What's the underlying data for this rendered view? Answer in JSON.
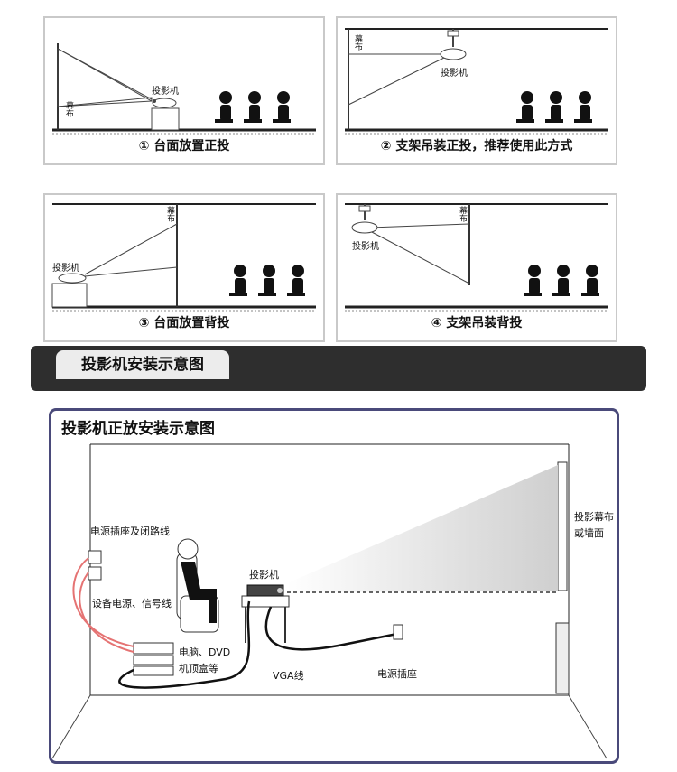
{
  "panels": [
    {
      "caption": "① 台面放置正投",
      "screen_label": "幕布",
      "projector_label": "投影机"
    },
    {
      "caption": "② 支架吊装正投，推荐使用此方式",
      "screen_label": "幕布",
      "projector_label": "投影机"
    },
    {
      "caption": "③ 台面放置背投",
      "screen_label": "幕布",
      "projector_label": "投影机"
    },
    {
      "caption": "④ 支架吊装背投",
      "screen_label": "幕布",
      "projector_label": "投影机"
    }
  ],
  "section_title": "投影机安装示意图",
  "main": {
    "title": "投影机正放安装示意图",
    "labels": {
      "power_socket_loop": "电源插座及闭路线",
      "device_power": "设备电源、信号线",
      "devices_line1": "电脑、DVD",
      "devices_line2": "机顶盒等",
      "projector": "投影机",
      "vga": "VGA线",
      "socket": "电源插座",
      "screen_line1": "投影幕布",
      "screen_line2": "或墙面"
    }
  }
}
